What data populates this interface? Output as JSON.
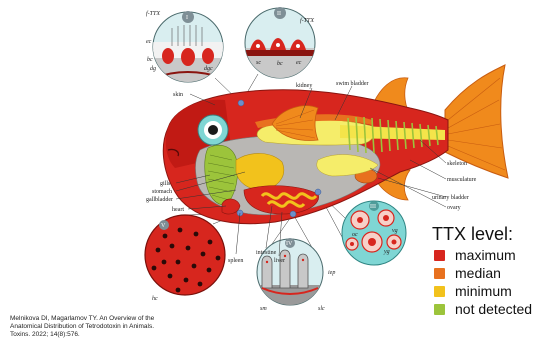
{
  "figure": {
    "labels": {
      "skin": "skin",
      "kidney": "kidney",
      "swim_bladder": "swim bladder",
      "skeleton": "skeleton",
      "musculature": "musculature",
      "urinary_bladder": "urinary bladder",
      "ovary": "ovary",
      "gills": "gills",
      "stomach": "stomach",
      "gallbladder": "gallbladder",
      "heart": "heart",
      "spleen": "spleen",
      "intestine": "intestine",
      "liver": "liver"
    },
    "insets": {
      "i": {
        "numeral": "I",
        "tag": "f-TTX",
        "labels": [
          "ec",
          "bc",
          "dg",
          "dgc"
        ]
      },
      "ii": {
        "numeral": "II",
        "tag": "f-TTX",
        "labels": [
          "sc",
          "bc",
          "ec"
        ]
      },
      "iii": {
        "numeral": "III",
        "labels": [
          "oc",
          "vg",
          "yg"
        ]
      },
      "iv": {
        "numeral": "IV",
        "labels": [
          "sm",
          "slc",
          "iep"
        ]
      },
      "v": {
        "numeral": "V",
        "labels": [
          "hc"
        ]
      }
    }
  },
  "legend": {
    "title": "TTX level:",
    "items": [
      {
        "label": "maximum",
        "color": "#d7261e"
      },
      {
        "label": "median",
        "color": "#e8711f"
      },
      {
        "label": "minimum",
        "color": "#f2c21c"
      },
      {
        "label": "not detected",
        "color": "#9cc43b"
      }
    ]
  },
  "citation": {
    "line1": "Melnikova DI, Magarlamov TY. An Overview of the",
    "line2": "Anatomical Distribution of Tetrodotoxin in Animals.",
    "line3": "Toxins. 2022; 14(8):576."
  }
}
